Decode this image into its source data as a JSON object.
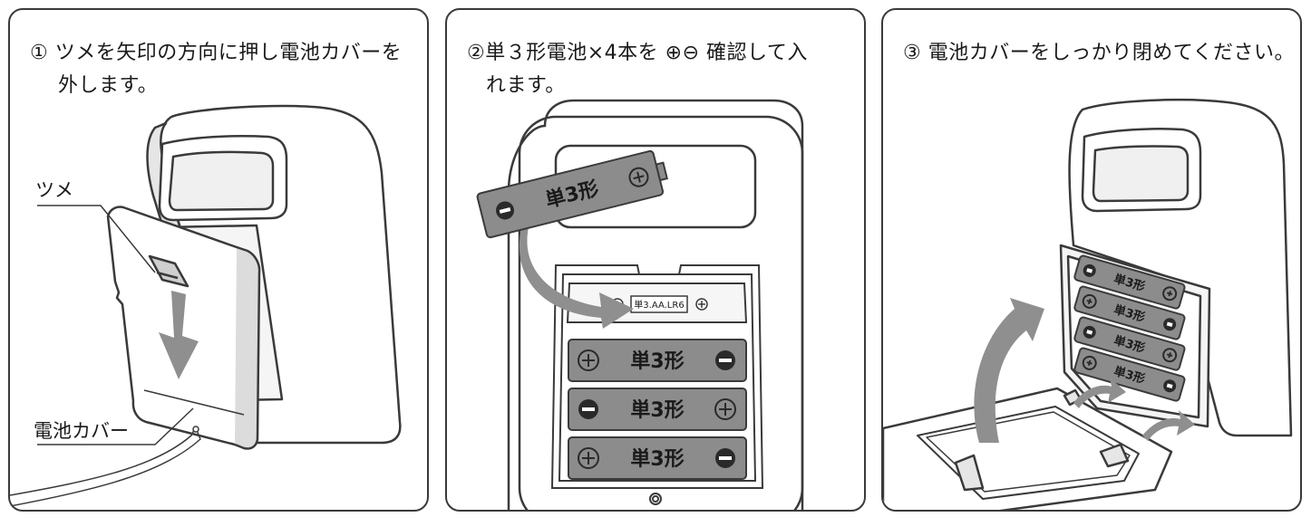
{
  "steps": [
    {
      "line1": "① ツメを矢印の方向に押し電池カバーを",
      "line2": "外します。",
      "labels": {
        "claw": "ツメ",
        "cover": "電池カバー"
      }
    },
    {
      "line1": "②単３形電池×4本を ⊕⊖ 確認して入",
      "line2": "れます。",
      "battery_text": "単3形",
      "compartment_label": "単3.AA.LR6",
      "plus": "+",
      "minus": "−"
    },
    {
      "line1": "③ 電池カバーをしっかり閉めてください。",
      "battery_text": "単3形"
    }
  ],
  "colors": {
    "line": "#3a3a3a",
    "battery": "#8c8c8c",
    "arrow": "#8f8f8f",
    "terminal": "#2a2a2a"
  }
}
